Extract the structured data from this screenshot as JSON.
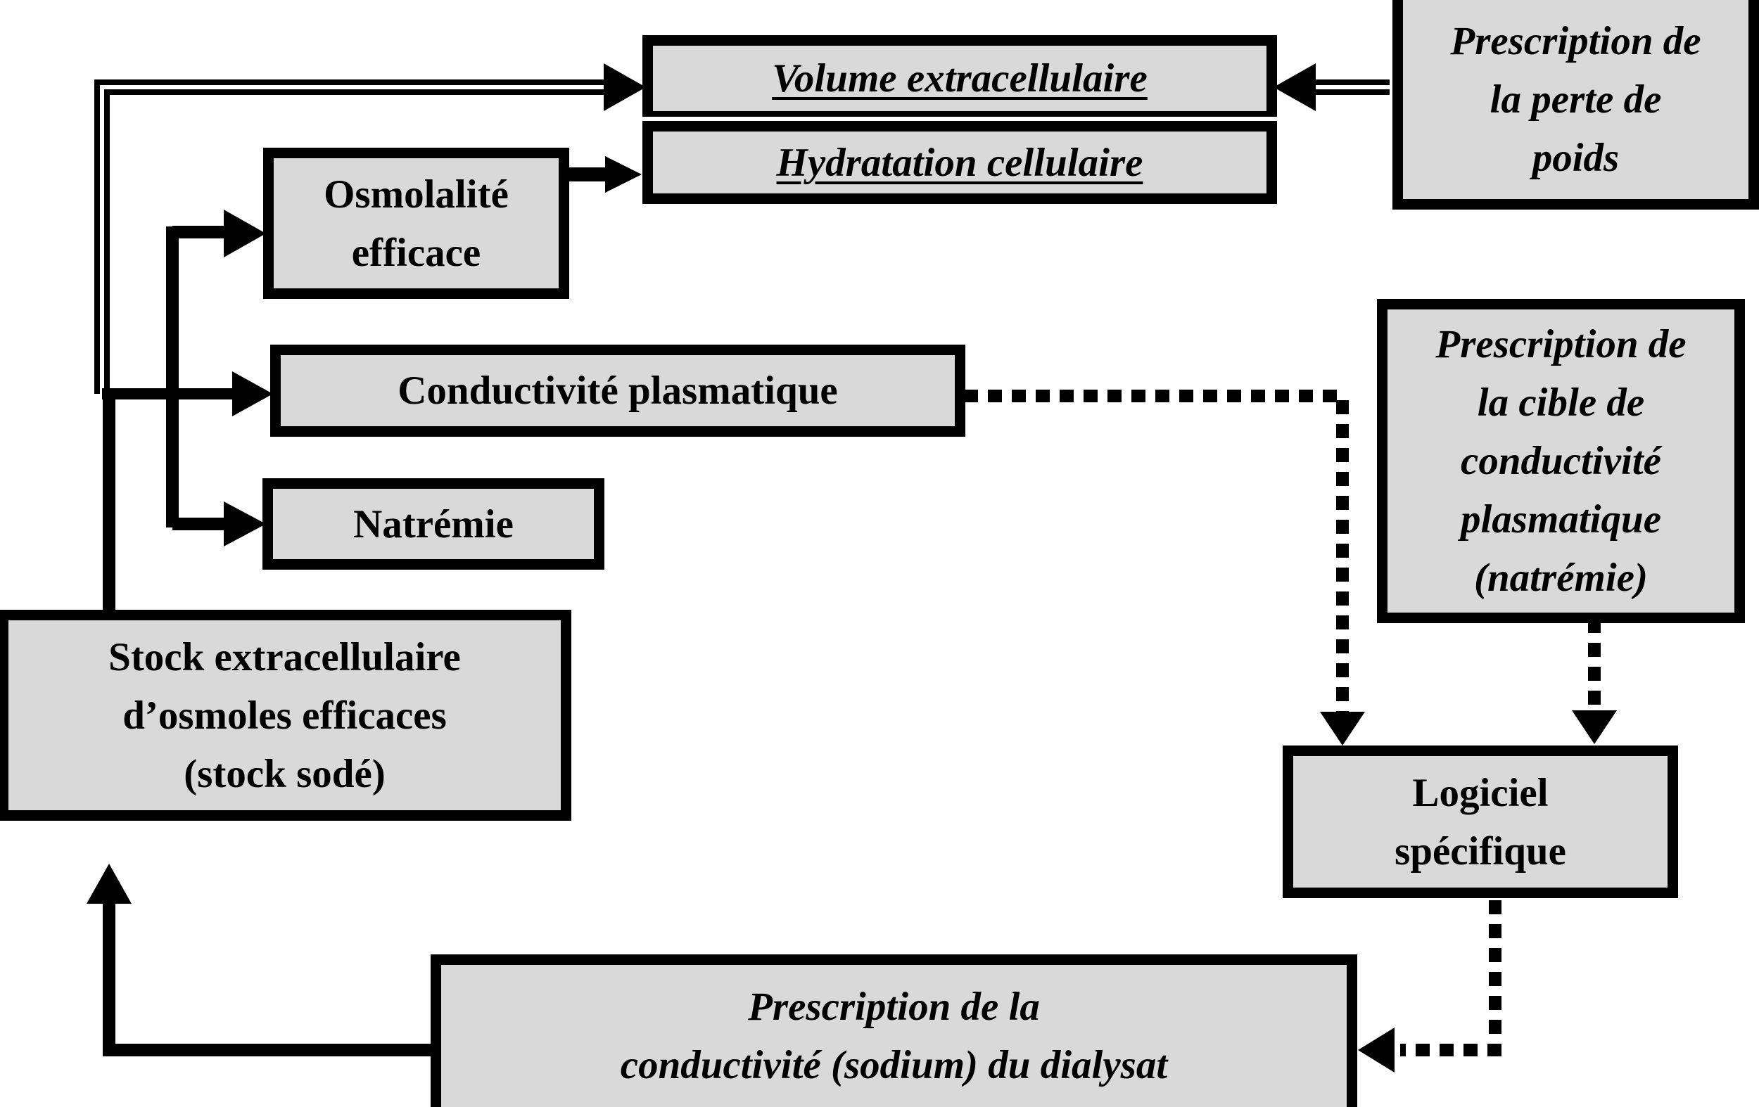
{
  "diagram": {
    "nodes": {
      "volume_extracellulaire": "Volume extracellulaire",
      "hydratation_cellulaire": "Hydratation cellulaire",
      "prescription_perte_poids": "Prescription de\nla perte de\npoids",
      "osmolalite_efficace": "Osmolalité\nefficace",
      "conductivite_plasmatique": "Conductivité plasmatique",
      "natremie": "Natrémie",
      "prescription_cible_conductivite": "Prescription de\nla cible de\nconductivité\nplasmatique\n(natrémie)",
      "stock_extracellulaire": "Stock extracellulaire\nd’osmoles efficaces\n(stock sodé)",
      "logiciel_specifique": "Logiciel\nspécifique",
      "prescription_conductivite_dialysat": "Prescription de la\nconductivité (sodium) du dialysat"
    },
    "colors": {
      "box_fill": "#d9d9d9",
      "stroke": "#000000"
    }
  }
}
